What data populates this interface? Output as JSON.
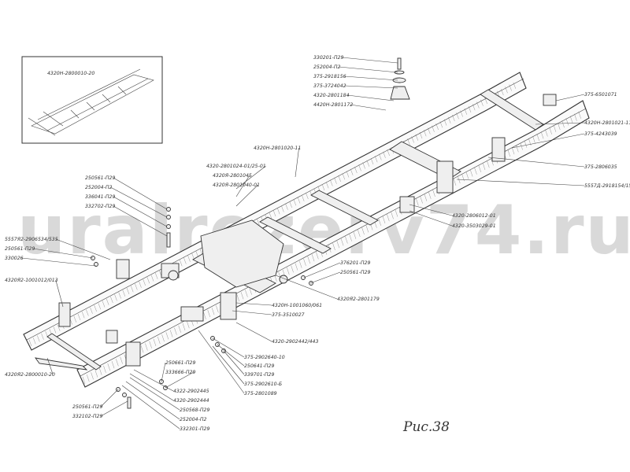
{
  "watermark": "uralrezerv74.ru",
  "figure_caption": "Рис.38",
  "inset_label": "4320Н-2800010-20",
  "labels": [
    "330201-П29",
    "252004-П2",
    "375-2918156",
    "375-3724042",
    "4320-2801184",
    "4420Н-2801172",
    "375-6501071",
    "4320Н-2801021-11",
    "375-4243039",
    "375-2806035",
    "5557Д-2918154/156",
    "4320Н-2801020-11",
    "4320-2801024-01/25-01",
    "4320Я-2801045",
    "4320Я-2801040-01",
    "250561-П29",
    "252004-П2",
    "336041-П29",
    "332702-П29",
    "5557Я2-2906534/535",
    "250561-П29",
    "330026",
    "4320Я2-1001012/013",
    "4320Я2-2800010-20",
    "4320-2806012-01",
    "4320-3503029-01",
    "376201-П29",
    "250561-П29",
    "4320Я2-2801179",
    "4320Н-1001060/061",
    "375-3510027",
    "4320-2902442/443",
    "375-2902640-10",
    "250641-П29",
    "339701-П29",
    "375-2902610-Б",
    "375-2801089",
    "250661-П29",
    "333666-П29",
    "4322-2902445",
    "4320-2902444",
    "250568-П29",
    "252004-П2",
    "332301-П29",
    "250561-П29",
    "332102-П29"
  ]
}
